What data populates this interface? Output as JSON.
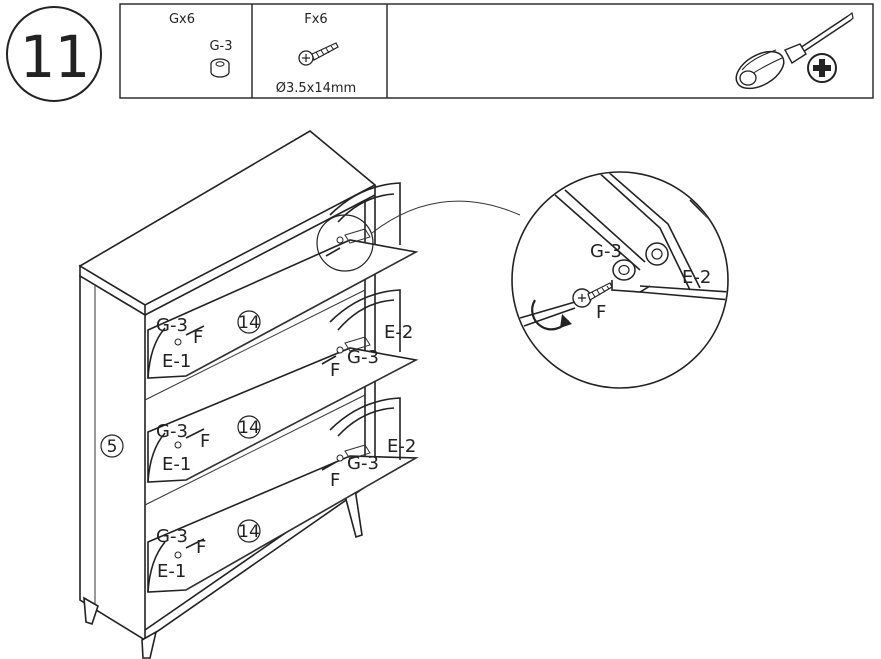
{
  "step": {
    "number": "11"
  },
  "parts": [
    {
      "quantity": "Gx6",
      "code": "G-3",
      "icon": "cam-dowel-icon",
      "size": ""
    },
    {
      "quantity": "Fx6",
      "code": "",
      "icon": "screw-icon",
      "size": "Ø3.5x14mm"
    }
  ],
  "tool": {
    "icon": "phillips-screwdriver-icon"
  },
  "callouts": {
    "panel_side": "5",
    "door": "14",
    "cam": "G-3",
    "screw": "F",
    "hinge_left": "E-1",
    "hinge_right": "E-2"
  }
}
